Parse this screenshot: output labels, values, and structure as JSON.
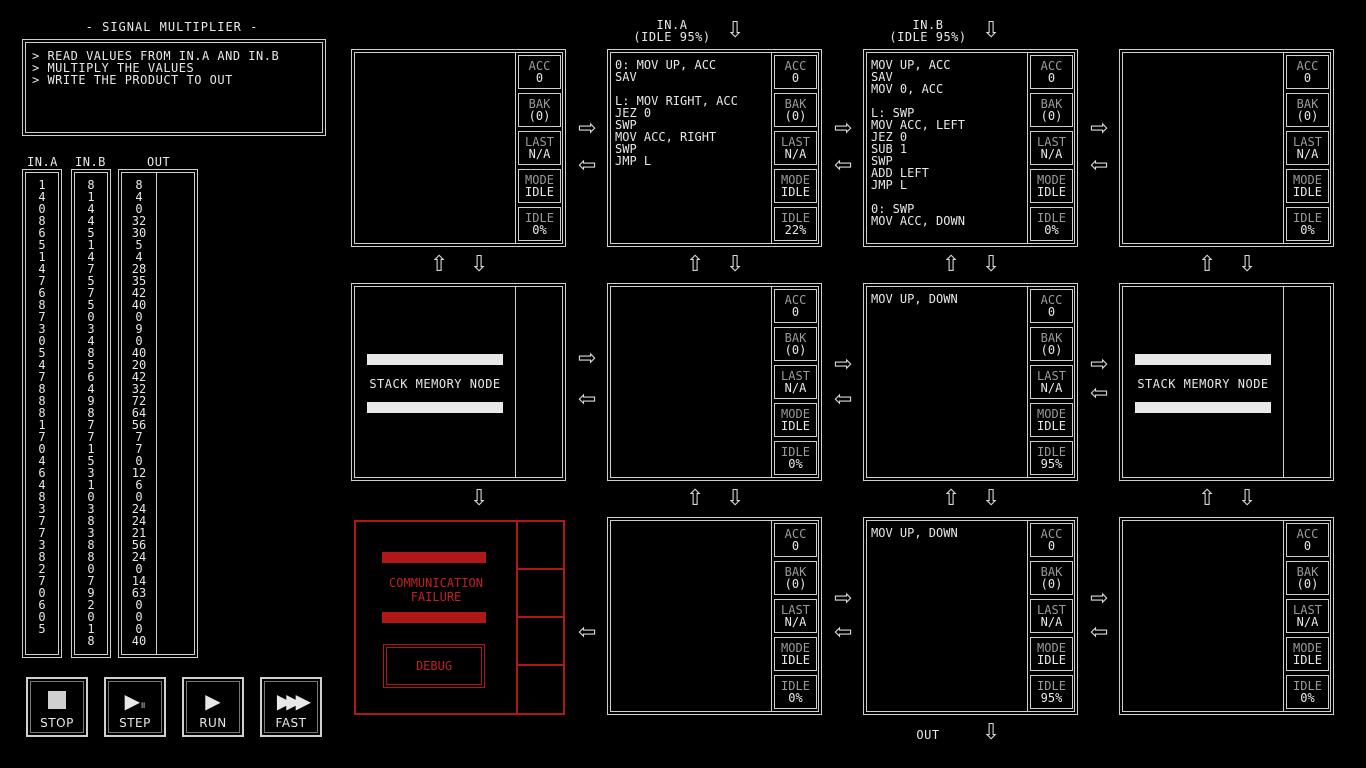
{
  "puzzle": {
    "title": "- SIGNAL MULTIPLIER -",
    "description": [
      "> READ VALUES FROM IN.A AND IN.B",
      "> MULTIPLY THE VALUES",
      "> WRITE THE PRODUCT TO OUT"
    ]
  },
  "columns": {
    "in_a_label": "IN.A",
    "in_b_label": "IN.B",
    "out_label": "OUT",
    "in_a": [
      "1",
      "4",
      "0",
      "8",
      "6",
      "5",
      "1",
      "4",
      "7",
      "6",
      "8",
      "7",
      "3",
      "0",
      "5",
      "4",
      "7",
      "8",
      "8",
      "8",
      "1",
      "7",
      "0",
      "4",
      "6",
      "4",
      "8",
      "3",
      "7",
      "7",
      "3",
      "8",
      "2",
      "7",
      "0",
      "6",
      "0",
      "5"
    ],
    "in_b": [
      "8",
      "1",
      "4",
      "4",
      "5",
      "1",
      "4",
      "7",
      "5",
      "7",
      "5",
      "0",
      "3",
      "4",
      "8",
      "5",
      "6",
      "4",
      "9",
      "8",
      "7",
      "7",
      "1",
      "5",
      "3",
      "1",
      "0",
      "3",
      "8",
      "3",
      "8",
      "8",
      "0",
      "7",
      "9",
      "2",
      "0",
      "1",
      "8"
    ],
    "out": [
      "8",
      "4",
      "0",
      "32",
      "30",
      "5",
      "4",
      "28",
      "35",
      "42",
      "40",
      "0",
      "9",
      "0",
      "40",
      "20",
      "42",
      "32",
      "72",
      "64",
      "56",
      "7",
      "7",
      "0",
      "12",
      "6",
      "0",
      "24",
      "24",
      "21",
      "56",
      "24",
      "0",
      "14",
      "63",
      "0",
      "0",
      "0",
      "40"
    ]
  },
  "ports": {
    "in_a": {
      "name": "IN.A",
      "status": "(IDLE 95%)"
    },
    "in_b": {
      "name": "IN.B",
      "status": "(IDLE 95%)"
    },
    "out": {
      "name": "OUT"
    }
  },
  "labels": {
    "acc": "ACC",
    "bak": "BAK",
    "last": "LAST",
    "mode": "MODE",
    "idle": "IDLE",
    "stack": "STACK MEMORY NODE",
    "failure": [
      "COMMUNICATION",
      "FAILURE"
    ],
    "debug": "DEBUG"
  },
  "nodes": {
    "n00": {
      "code": [],
      "acc": "0",
      "bak": "(0)",
      "last": "N/A",
      "mode": "IDLE",
      "idle": "0%"
    },
    "n01": {
      "code": [
        "0: MOV UP, ACC",
        "SAV",
        "",
        "L: MOV RIGHT, ACC",
        "JEZ 0",
        "SWP",
        "MOV ACC, RIGHT",
        "SWP",
        "JMP L"
      ],
      "acc": "0",
      "bak": "(0)",
      "last": "N/A",
      "mode": "IDLE",
      "idle": "22%"
    },
    "n02": {
      "code": [
        "MOV UP, ACC",
        "SAV",
        "MOV 0, ACC",
        "",
        "L: SWP",
        "MOV ACC, LEFT",
        "JEZ 0",
        "SUB 1",
        "SWP",
        "ADD LEFT",
        "JMP L",
        "",
        "0: SWP",
        "MOV ACC, DOWN"
      ],
      "acc": "0",
      "bak": "(0)",
      "last": "N/A",
      "mode": "IDLE",
      "idle": "0%"
    },
    "n03": {
      "code": [],
      "acc": "0",
      "bak": "(0)",
      "last": "N/A",
      "mode": "IDLE",
      "idle": "0%"
    },
    "n11": {
      "code": [],
      "acc": "0",
      "bak": "(0)",
      "last": "N/A",
      "mode": "IDLE",
      "idle": "0%"
    },
    "n12": {
      "code": [
        "MOV UP, DOWN"
      ],
      "acc": "0",
      "bak": "(0)",
      "last": "N/A",
      "mode": "IDLE",
      "idle": "95%"
    },
    "n21": {
      "code": [],
      "acc": "0",
      "bak": "(0)",
      "last": "N/A",
      "mode": "IDLE",
      "idle": "0%"
    },
    "n22": {
      "code": [
        "MOV UP, DOWN"
      ],
      "acc": "0",
      "bak": "(0)",
      "last": "N/A",
      "mode": "IDLE",
      "idle": "95%"
    },
    "n23": {
      "code": [],
      "acc": "0",
      "bak": "(0)",
      "last": "N/A",
      "mode": "IDLE",
      "idle": "0%"
    }
  },
  "controls": {
    "stop": "STOP",
    "step": "STEP",
    "run": "RUN",
    "fast": "FAST"
  },
  "arrows": {
    "up": "⇧",
    "down": "⇩",
    "left": "⇦",
    "right": "⇨"
  },
  "colors": {
    "background": "#000000",
    "text": "#e8e8e8",
    "error": "#b01818"
  }
}
